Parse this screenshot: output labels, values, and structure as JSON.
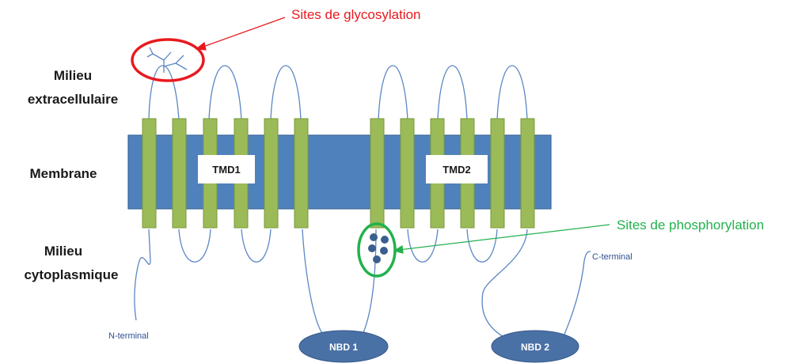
{
  "labels": {
    "extracellular_line1": "Milieu",
    "extracellular_line2": "extracellulaire",
    "membrane": "Membrane",
    "cytoplasmic_line1": "Milieu",
    "cytoplasmic_line2": "cytoplasmique",
    "tmd1": "TMD1",
    "tmd2": "TMD2",
    "nbd1": "NBD 1",
    "nbd2": "NBD 2",
    "n_terminal": "N-terminal",
    "c_terminal": "C-terminal",
    "glycosylation": "Sites de glycosylation",
    "phosphorylation": "Sites de phosphorylation"
  },
  "colors": {
    "membrane": "#4f81bd",
    "membrane_stroke": "#3a6496",
    "helix": "#9bbb59",
    "helix_stroke": "#7a9a3a",
    "loop": "#5b86c4",
    "nbd": "#4a71a6",
    "phospho_dot": "#3a5f8f",
    "glycosylation": "#e8191e",
    "phosphorylation": "#23b14d"
  }
}
